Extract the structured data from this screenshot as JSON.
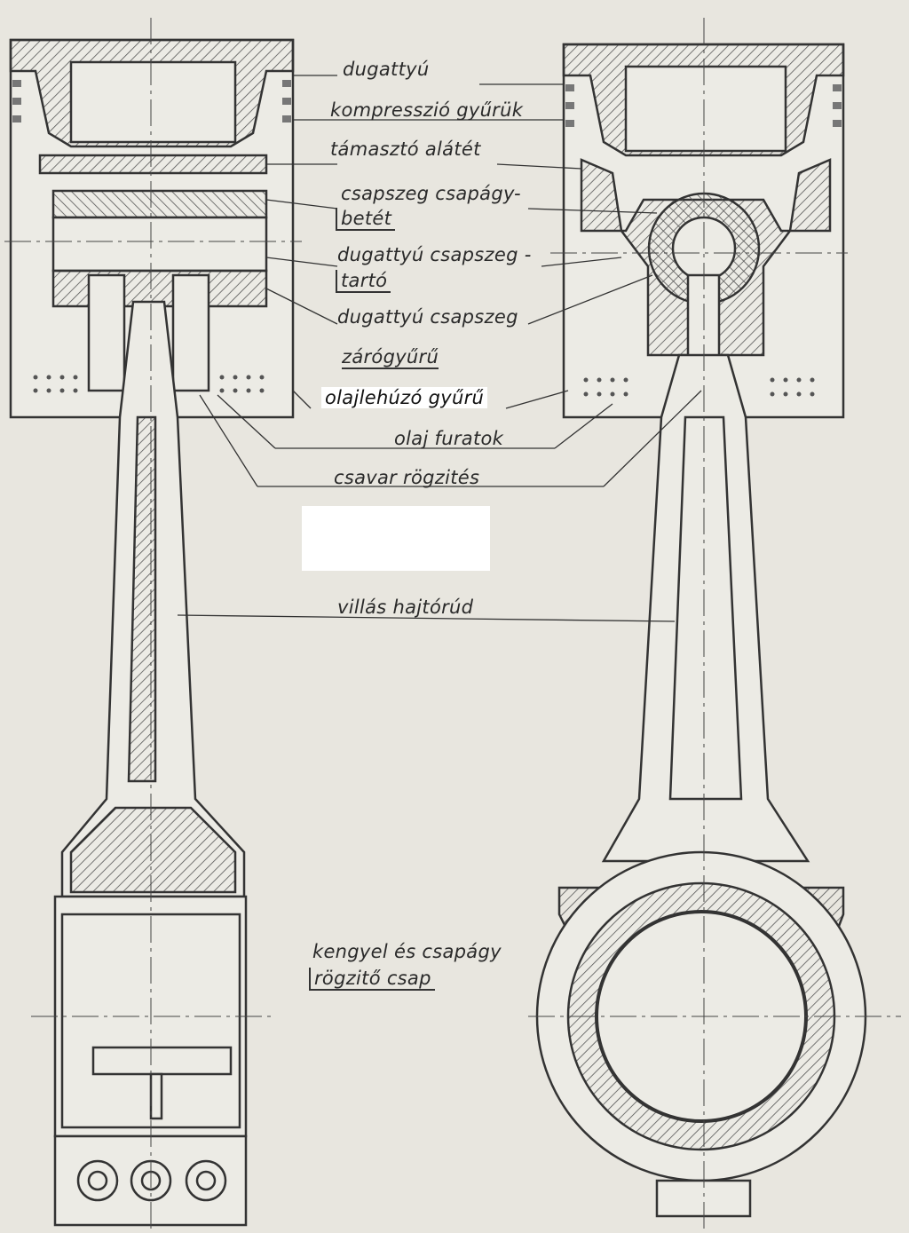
{
  "labels": {
    "dugattyu": "dugattyú",
    "kompresszio": "kompresszió gyűrük",
    "tamaszto": "támasztó alátét",
    "csapszeg_csapagy_1": "csapszeg csapágy-",
    "csapszeg_csapagy_2": "betét",
    "csapszeg_tarto_1": "dugattyú csapszeg -",
    "csapszeg_tarto_2": "tartó",
    "dugattyu_csapszeg": "dugattyú csapszeg",
    "zarogyuru": "zárógyűrű",
    "olajlehuzo": "olajlehúzó gyűrű",
    "olaj_furatok": "olaj furatok",
    "csavar_rogzites": "csavar rögzités",
    "villas_hajtorud": "villás hajtórúd",
    "kengyel_1": "kengyel és csapágy",
    "kengyel_2": "rögzitő csap"
  },
  "colors": {
    "paper": "#e8e6df",
    "ink": "#333333",
    "hatch": "#555555"
  }
}
